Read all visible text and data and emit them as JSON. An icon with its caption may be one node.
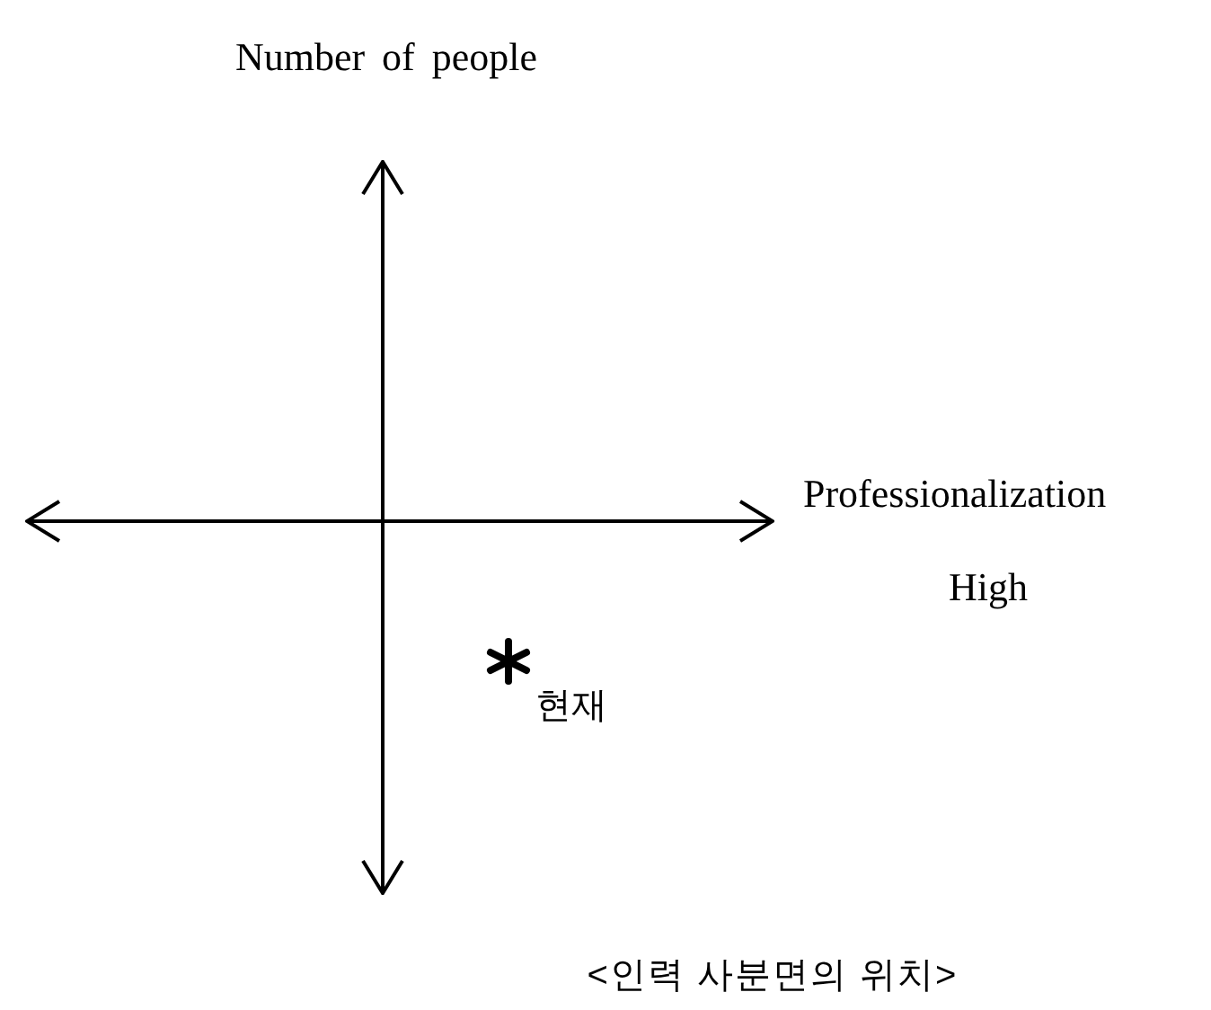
{
  "diagram": {
    "caption": "<인력 사분면의 위치>",
    "labels": [
      "Number of people",
      "Professionalization",
      "High",
      "현재"
    ]
  }
}
